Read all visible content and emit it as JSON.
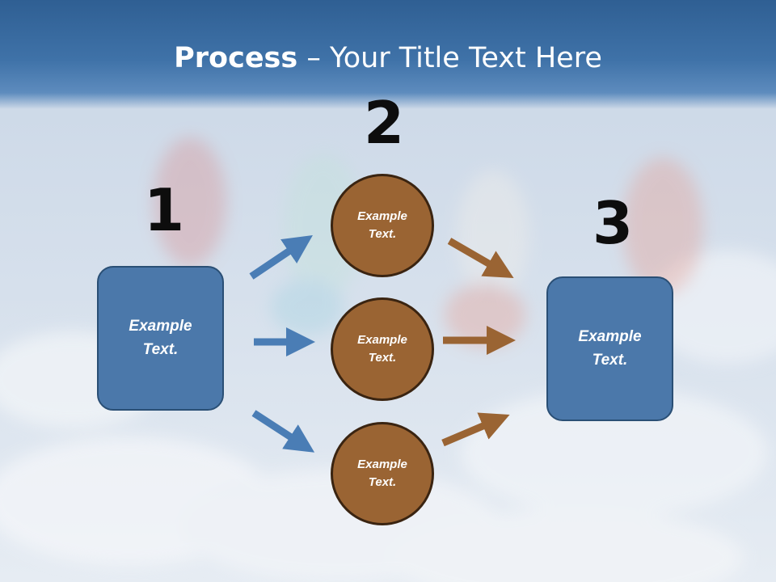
{
  "slide": {
    "title_bold": "Process",
    "title_rest": " – Your Title Text Here",
    "steps": {
      "one": "1",
      "two": "2",
      "three": "3"
    },
    "left_box": "Example\nText.",
    "right_box": "Example\nText.",
    "circles": [
      "Example\nText.",
      "Example\nText.",
      "Example\nText."
    ]
  },
  "colors": {
    "title_band": "#3f72a8",
    "box_fill": "#4b78aa",
    "circle_fill": "#9a6433",
    "blue_arrow": "#4a7db5",
    "brown_arrow": "#9a6433"
  }
}
